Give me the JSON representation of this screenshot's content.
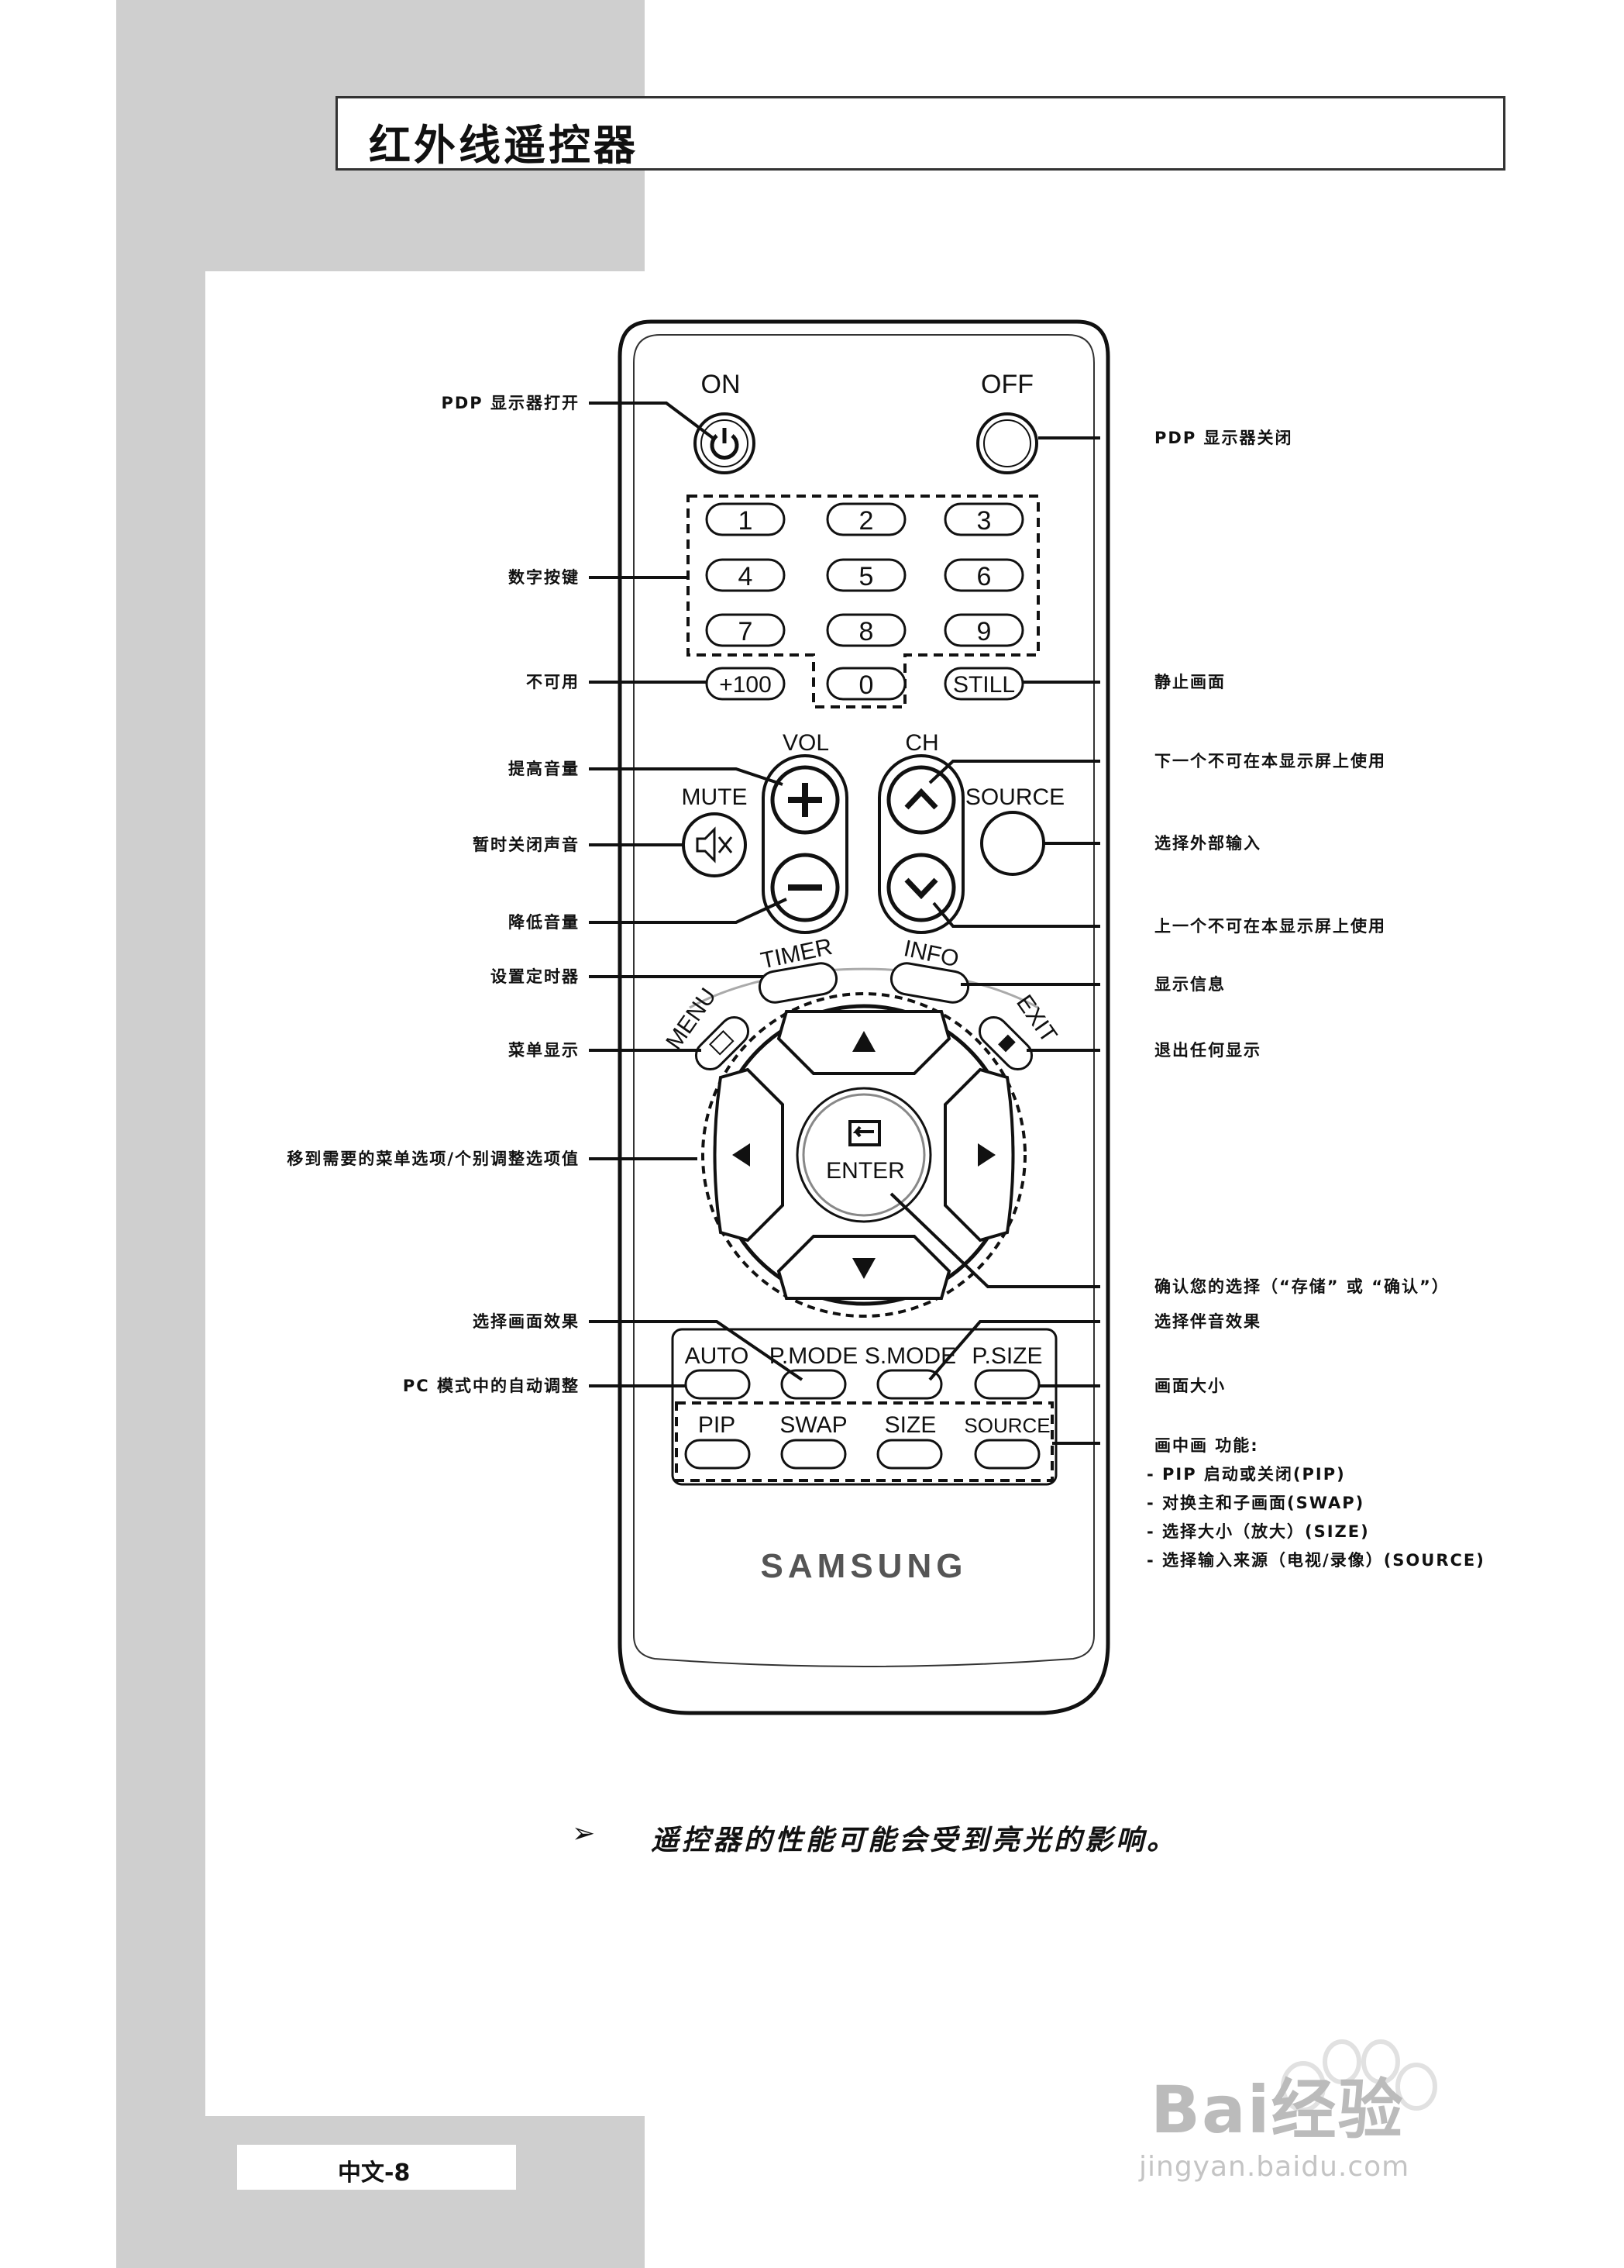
{
  "page": {
    "title": "红外线遥控器",
    "note_arrow": "➢",
    "note": "遥控器的性能可能会受到亮光的影响。",
    "page_number": "中文-8",
    "watermark_logo": "Bai经验",
    "watermark_url": "jingyan.baidu.com"
  },
  "remote": {
    "on_label": "ON",
    "off_label": "OFF",
    "digits": [
      "1",
      "2",
      "3",
      "4",
      "5",
      "6",
      "7",
      "8",
      "9"
    ],
    "zero": "0",
    "plus100": "+100",
    "still": "STILL",
    "vol_label": "VOL",
    "ch_label": "CH",
    "mute_label": "MUTE",
    "source_label": "SOURCE",
    "timer_label": "TIMER",
    "info_label": "INFO",
    "menu_label": "MENU",
    "exit_label": "EXIT",
    "enter_label": "ENTER",
    "row1": [
      "AUTO",
      "P.MODE",
      "S.MODE",
      "P.SIZE"
    ],
    "row2": [
      "PIP",
      "SWAP",
      "SIZE",
      "SOURCE"
    ],
    "brand": "SAMSUNG"
  },
  "labels_left": {
    "power_on": "PDP 显示器打开",
    "digits": "数字按键",
    "unavailable": "不可用",
    "vol_up": "提高音量",
    "mute": "暂时关闭声音",
    "vol_down": "降低音量",
    "timer": "设置定时器",
    "menu": "菜单显示",
    "navigate": "移到需要的菜单选项/个别调整选项值",
    "picture_effect": "选择画面效果",
    "pc_adjust": "PC 模式中的自动调整"
  },
  "labels_right": {
    "power_off": "PDP 显示器关闭",
    "still": "静止画面",
    "ch_up": "下一个不可在本显示屏上使用",
    "source": "选择外部输入",
    "ch_down": "上一个不可在本显示屏上使用",
    "info": "显示信息",
    "exit": "退出任何显示",
    "enter": "确认您的选择（“存储” 或 “确认”）",
    "sound_effect": "选择伴音效果",
    "picture_size": "画面大小",
    "pip_title": "画中画 功能:",
    "pip_items": [
      "- PIP 启动或关闭(PIP)",
      "- 对换主和子画面(SWAP)",
      "- 选择大小（放大）(SIZE)",
      "- 选择输入来源（电视/录像）(SOURCE)"
    ]
  }
}
